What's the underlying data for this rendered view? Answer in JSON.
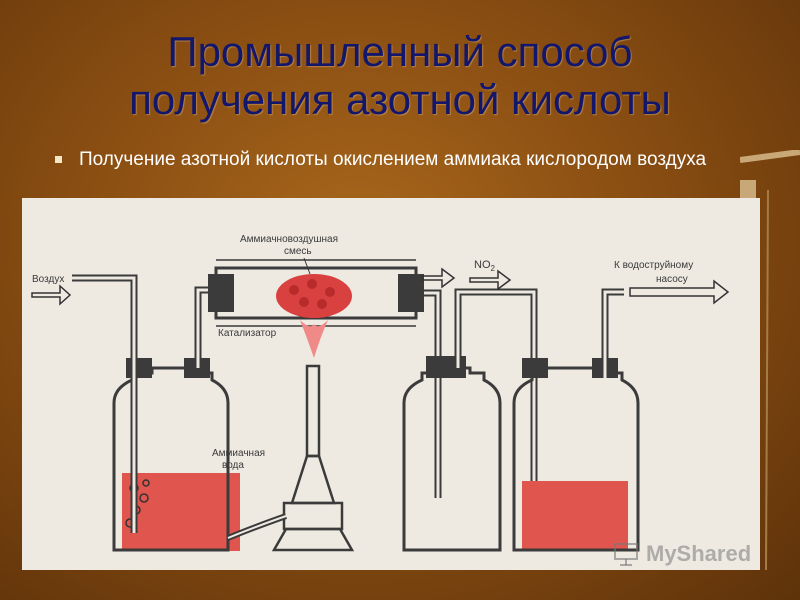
{
  "slide": {
    "title_line1": "Промышленный способ",
    "title_line2": "получения азотной кислоты",
    "bullet": "Получение азотной  кислоты окислением аммиака кислородом воздуха"
  },
  "diagram": {
    "labels": {
      "air": "Воздух",
      "mixture_line1": "Аммиачновоздушная",
      "mixture_line2": "смесь",
      "catalyst": "Катализатор",
      "ammonia_water_line1": "Аммиачная",
      "ammonia_water_line2": "вода",
      "no2": "NO",
      "no2_sub": "2",
      "pump_line1": "К  водоструйному",
      "pump_line2": "насосу"
    }
  },
  "watermark": {
    "text": "MyShared"
  },
  "colors": {
    "background": "#8a4e12",
    "title": "#13176b",
    "liquid": "#e0554e",
    "catalyst": "#d94040",
    "flame": "#f08a88"
  }
}
